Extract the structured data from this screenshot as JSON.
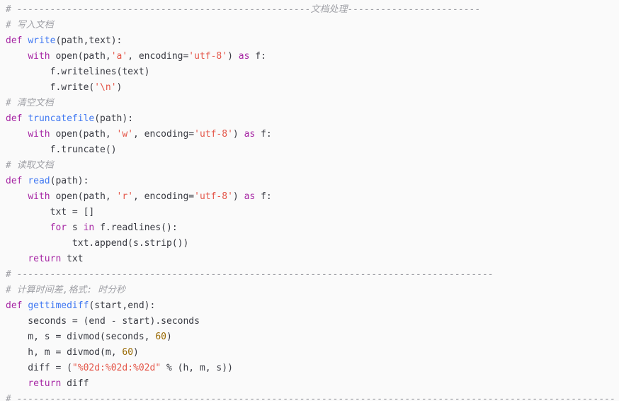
{
  "editor": {
    "background": "#fafafa",
    "colors": {
      "background": "#fafafa",
      "default": "#383a42",
      "comment": "#a0a1a7",
      "keyword": "#a626a4",
      "function": "#4078f2",
      "string": "#e45649",
      "number": "#986801"
    },
    "lines": [
      [
        {
          "t": "# -----------------------------------------------------文档处理------------------------",
          "c": "comment"
        }
      ],
      [
        {
          "t": "# 写入文档",
          "c": "comment"
        }
      ],
      [
        {
          "t": "def",
          "c": "keyword"
        },
        {
          "t": " ",
          "c": "plain"
        },
        {
          "t": "write",
          "c": "function"
        },
        {
          "t": "(path,text):",
          "c": "plain"
        }
      ],
      [
        {
          "t": "    ",
          "c": "plain"
        },
        {
          "t": "with",
          "c": "keyword"
        },
        {
          "t": " open(path,",
          "c": "plain"
        },
        {
          "t": "'a'",
          "c": "string"
        },
        {
          "t": ", encoding=",
          "c": "plain"
        },
        {
          "t": "'utf-8'",
          "c": "string"
        },
        {
          "t": ") ",
          "c": "plain"
        },
        {
          "t": "as",
          "c": "keyword"
        },
        {
          "t": " f:",
          "c": "plain"
        }
      ],
      [
        {
          "t": "        f.writelines(text)",
          "c": "plain"
        }
      ],
      [
        {
          "t": "        f.write(",
          "c": "plain"
        },
        {
          "t": "'\\n'",
          "c": "string"
        },
        {
          "t": ")",
          "c": "plain"
        }
      ],
      [
        {
          "t": "# 清空文档",
          "c": "comment"
        }
      ],
      [
        {
          "t": "def",
          "c": "keyword"
        },
        {
          "t": " ",
          "c": "plain"
        },
        {
          "t": "truncatefile",
          "c": "function"
        },
        {
          "t": "(path):",
          "c": "plain"
        }
      ],
      [
        {
          "t": "    ",
          "c": "plain"
        },
        {
          "t": "with",
          "c": "keyword"
        },
        {
          "t": " open(path, ",
          "c": "plain"
        },
        {
          "t": "'w'",
          "c": "string"
        },
        {
          "t": ", encoding=",
          "c": "plain"
        },
        {
          "t": "'utf-8'",
          "c": "string"
        },
        {
          "t": ") ",
          "c": "plain"
        },
        {
          "t": "as",
          "c": "keyword"
        },
        {
          "t": " f:",
          "c": "plain"
        }
      ],
      [
        {
          "t": "        f.truncate()",
          "c": "plain"
        }
      ],
      [
        {
          "t": "# 读取文档",
          "c": "comment"
        }
      ],
      [
        {
          "t": "def",
          "c": "keyword"
        },
        {
          "t": " ",
          "c": "plain"
        },
        {
          "t": "read",
          "c": "function"
        },
        {
          "t": "(path):",
          "c": "plain"
        }
      ],
      [
        {
          "t": "    ",
          "c": "plain"
        },
        {
          "t": "with",
          "c": "keyword"
        },
        {
          "t": " open(path, ",
          "c": "plain"
        },
        {
          "t": "'r'",
          "c": "string"
        },
        {
          "t": ", encoding=",
          "c": "plain"
        },
        {
          "t": "'utf-8'",
          "c": "string"
        },
        {
          "t": ") ",
          "c": "plain"
        },
        {
          "t": "as",
          "c": "keyword"
        },
        {
          "t": " f:",
          "c": "plain"
        }
      ],
      [
        {
          "t": "        txt = []",
          "c": "plain"
        }
      ],
      [
        {
          "t": "        ",
          "c": "plain"
        },
        {
          "t": "for",
          "c": "keyword"
        },
        {
          "t": " s ",
          "c": "plain"
        },
        {
          "t": "in",
          "c": "keyword"
        },
        {
          "t": " f.readlines():",
          "c": "plain"
        }
      ],
      [
        {
          "t": "            txt.append(s.strip())",
          "c": "plain"
        }
      ],
      [
        {
          "t": "    ",
          "c": "plain"
        },
        {
          "t": "return",
          "c": "keyword"
        },
        {
          "t": " txt",
          "c": "plain"
        }
      ],
      [
        {
          "t": "# --------------------------------------------------------------------------------------",
          "c": "comment"
        }
      ],
      [
        {
          "t": "# 计算时间差,格式: 时分秒",
          "c": "comment"
        }
      ],
      [
        {
          "t": "def",
          "c": "keyword"
        },
        {
          "t": " ",
          "c": "plain"
        },
        {
          "t": "gettimediff",
          "c": "function"
        },
        {
          "t": "(start,end):",
          "c": "plain"
        }
      ],
      [
        {
          "t": "    seconds = (end - start).seconds",
          "c": "plain"
        }
      ],
      [
        {
          "t": "    m, s = divmod(seconds, ",
          "c": "plain"
        },
        {
          "t": "60",
          "c": "number"
        },
        {
          "t": ")",
          "c": "plain"
        }
      ],
      [
        {
          "t": "    h, m = divmod(m, ",
          "c": "plain"
        },
        {
          "t": "60",
          "c": "number"
        },
        {
          "t": ")",
          "c": "plain"
        }
      ],
      [
        {
          "t": "    diff = (",
          "c": "plain"
        },
        {
          "t": "\"%02d:%02d:%02d\"",
          "c": "string"
        },
        {
          "t": " % (h, m, s))",
          "c": "plain"
        }
      ],
      [
        {
          "t": "    ",
          "c": "plain"
        },
        {
          "t": "return",
          "c": "keyword"
        },
        {
          "t": " diff",
          "c": "plain"
        }
      ],
      [
        {
          "t": "# ------------------------------------------------------------------------------------------------------------",
          "c": "comment"
        }
      ]
    ]
  }
}
